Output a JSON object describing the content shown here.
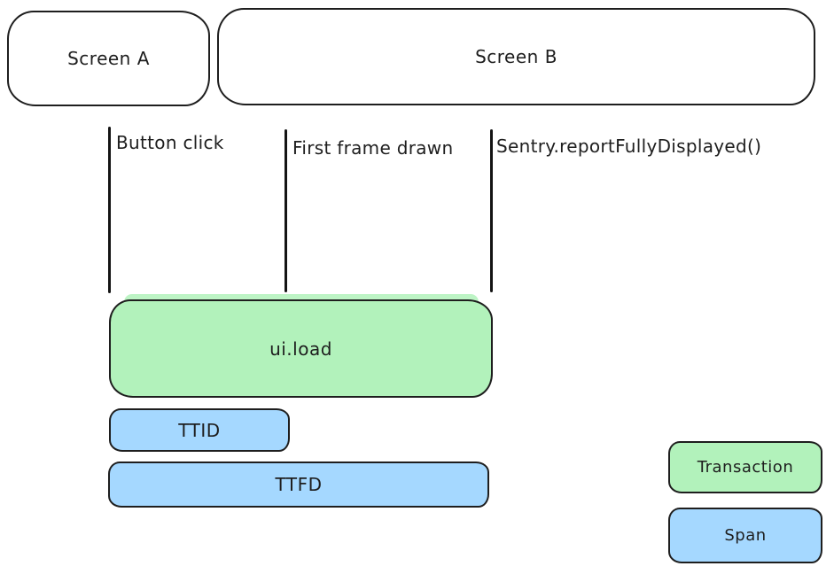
{
  "diagram": {
    "screens": {
      "a": {
        "label": "Screen A"
      },
      "b": {
        "label": "Screen B"
      }
    },
    "events": {
      "button_click": {
        "label": "Button click"
      },
      "first_frame_drawn": {
        "label": "First frame drawn"
      },
      "report_fully_displayed": {
        "label": "Sentry.reportFullyDisplayed()"
      }
    },
    "bars": {
      "ui_load": {
        "label": "ui.load",
        "kind": "transaction"
      },
      "ttid": {
        "label": "TTID",
        "kind": "span"
      },
      "ttfd": {
        "label": "TTFD",
        "kind": "span"
      }
    },
    "legend": {
      "transaction": {
        "label": "Transaction",
        "color": "#b2f2bb"
      },
      "span": {
        "label": "Span",
        "color": "#a5d8ff"
      }
    },
    "colors": {
      "transaction_fill": "#b2f2bb",
      "span_fill": "#a5d8ff",
      "stroke": "#1e1e1e",
      "background": "#ffffff"
    }
  }
}
